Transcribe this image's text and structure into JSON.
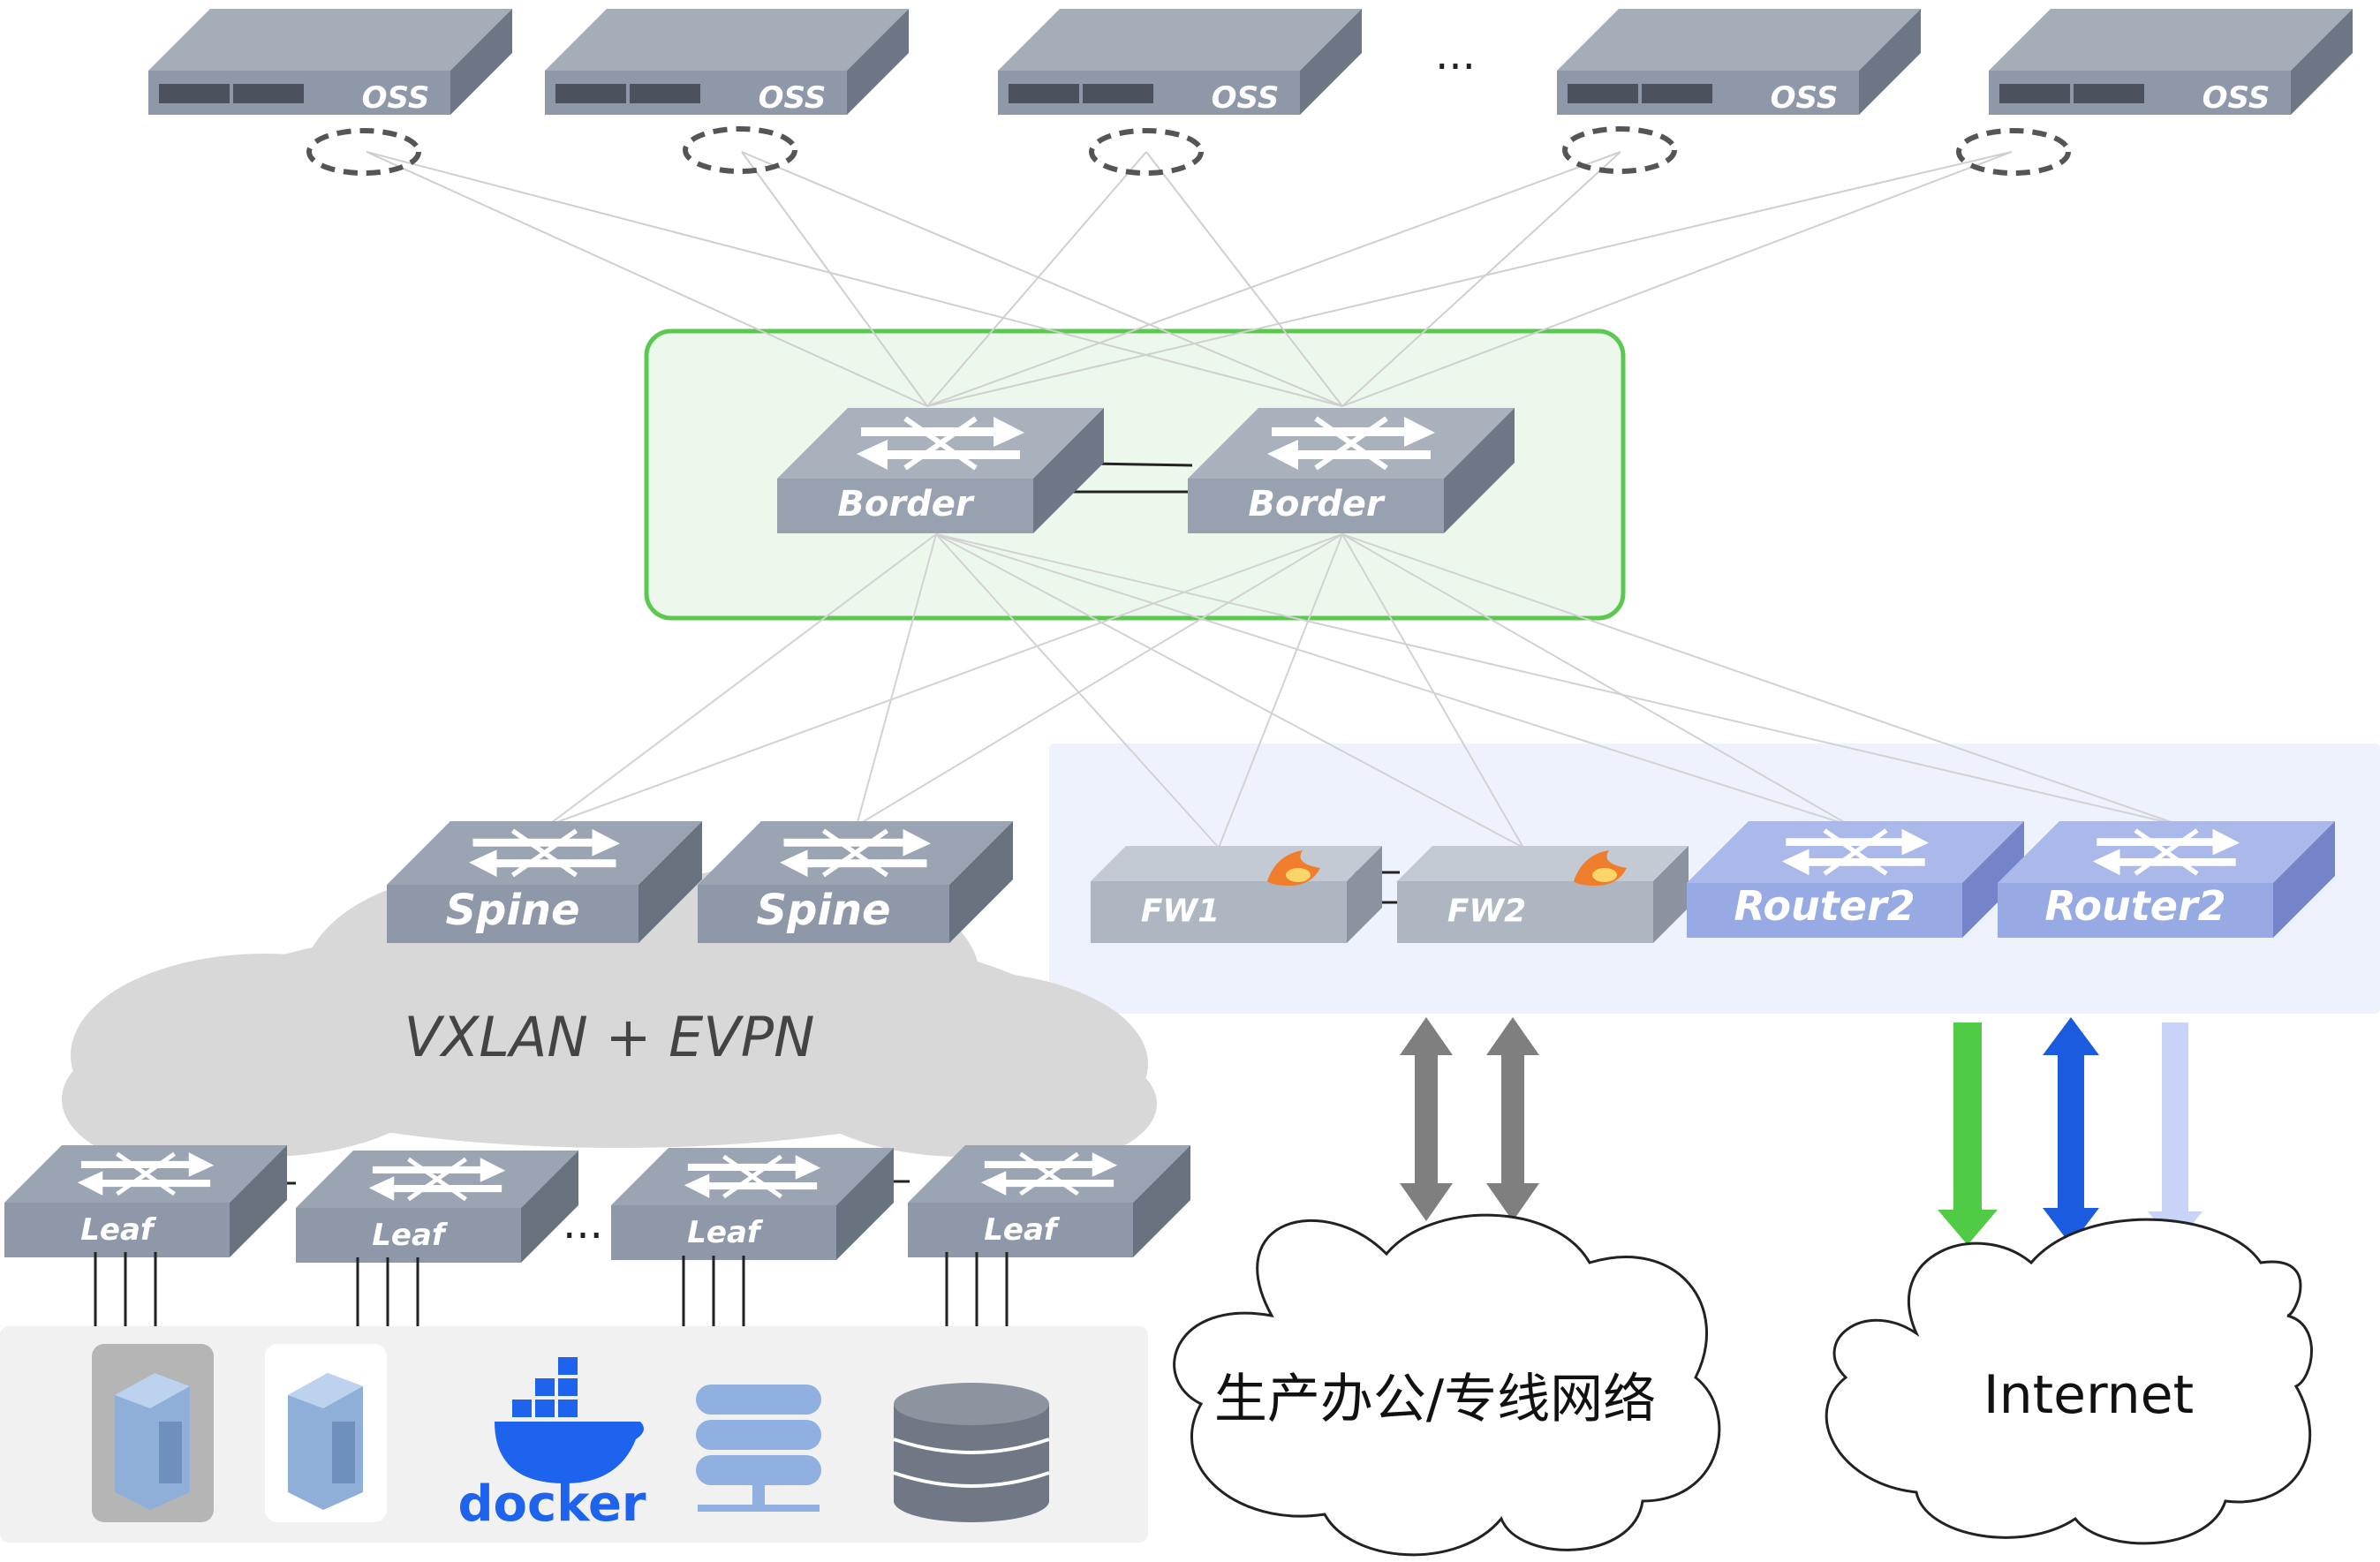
{
  "oss": {
    "label": "OSS",
    "count_items": [
      {
        "id": "oss-1",
        "label": "OSS"
      },
      {
        "id": "oss-2",
        "label": "OSS"
      },
      {
        "id": "oss-3",
        "label": "OSS"
      },
      {
        "id": "oss-4",
        "label": "OSS"
      },
      {
        "id": "oss-5",
        "label": "OSS"
      }
    ],
    "ellipsis": "..."
  },
  "border": {
    "switches": [
      "Border",
      "Border"
    ]
  },
  "spine": {
    "switches": [
      "Spine",
      "Spine"
    ]
  },
  "fabric": {
    "overlay_label": "VXLAN + EVPN"
  },
  "leaf": {
    "switches": [
      "Leaf",
      "Leaf",
      "Leaf",
      "Leaf"
    ],
    "ellipsis": "..."
  },
  "edge": {
    "firewalls": [
      "FW1",
      "FW2"
    ],
    "routers": [
      "Router2",
      "Router2"
    ]
  },
  "endpoints": {
    "docker_label": "docker"
  },
  "clouds": {
    "office": "生产办公/专线网络",
    "internet": "Internet"
  },
  "colors": {
    "switch_gray": "#8e9aab",
    "router_blue": "#9aabe4",
    "green_border": "#5bc94f",
    "arrow_green": "#4fcb45",
    "arrow_blue": "#1a5be0",
    "arrow_light": "#c8d4f7",
    "arrow_gray": "#7f7f7f"
  }
}
